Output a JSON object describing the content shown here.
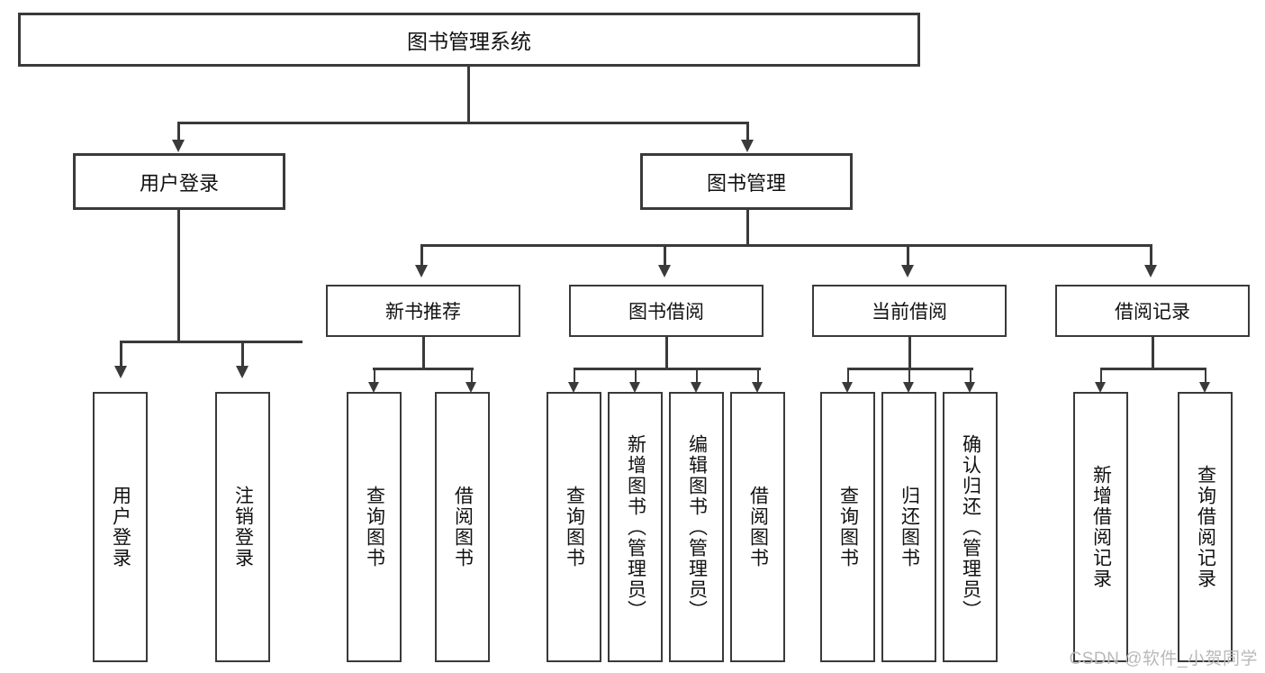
{
  "diagram": {
    "title_node": {
      "label": "图书管理系统"
    },
    "level2": [
      {
        "id": "user-login",
        "label": "用户登录"
      },
      {
        "id": "book-management",
        "label": "图书管理"
      }
    ],
    "level3": [
      {
        "id": "new-book-recommend",
        "label": "新书推荐"
      },
      {
        "id": "book-borrow",
        "label": "图书借阅"
      },
      {
        "id": "current-borrow",
        "label": "当前借阅"
      },
      {
        "id": "borrow-record",
        "label": "借阅记录"
      }
    ],
    "leaves": {
      "user_login": [
        {
          "id": "leaf-user-login",
          "label": "用户登录"
        },
        {
          "id": "leaf-logout-login",
          "label": "注销登录"
        }
      ],
      "new_book_recommend": [
        {
          "id": "leaf-query-book-1",
          "label": "查询图书"
        },
        {
          "id": "leaf-borrow-book-1",
          "label": "借阅图书"
        }
      ],
      "book_borrow": [
        {
          "id": "leaf-query-book-2",
          "label": "查询图书"
        },
        {
          "id": "leaf-add-book",
          "label": "新增图书（管理员）"
        },
        {
          "id": "leaf-edit-book",
          "label": "编辑图书（管理员）"
        },
        {
          "id": "leaf-borrow-book-2",
          "label": "借阅图书"
        }
      ],
      "current_borrow": [
        {
          "id": "leaf-query-book-3",
          "label": "查询图书"
        },
        {
          "id": "leaf-return-book",
          "label": "归还图书"
        },
        {
          "id": "leaf-confirm-return",
          "label": "确认归还（管理员）"
        }
      ],
      "borrow_record": [
        {
          "id": "leaf-add-record",
          "label": "新增借阅记录"
        },
        {
          "id": "leaf-query-record",
          "label": "查询借阅记录"
        }
      ]
    },
    "watermark": "CSDN @软件_小贺同学",
    "colors": {
      "stroke": "#3a3a3a",
      "background": "#ffffff",
      "text": "#111111",
      "watermark": "#b9b9b9"
    }
  }
}
